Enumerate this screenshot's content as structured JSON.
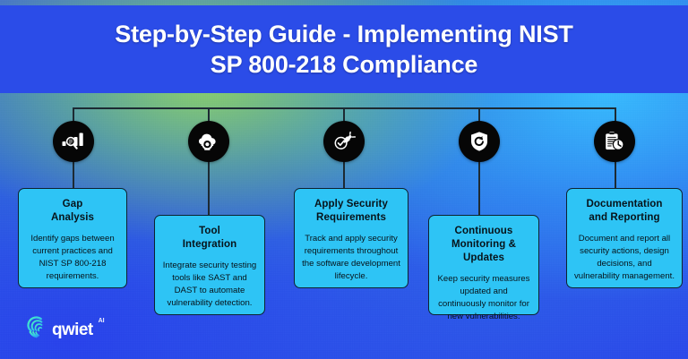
{
  "title": {
    "line1": "Step-by-Step Guide - Implementing NIST",
    "line2": "SP 800-218 Compliance"
  },
  "colors": {
    "banner": "#2b4ce8",
    "card_fill": "#2ec4f5",
    "card_border": "#0d2330",
    "icon_circle": "#060606",
    "connector": "#1d2a33",
    "title_text": "#ffffff",
    "card_text": "#07131a",
    "logo_mark_start": "#3ef0c8",
    "logo_mark_end": "#2aa8f0"
  },
  "steps": [
    {
      "id": "gap-analysis",
      "icon": "chart-magnifier-icon",
      "title": "Gap\nAnalysis",
      "title_lines": [
        "Gap",
        "Analysis"
      ],
      "description": "Identify gaps between current practices and NIST SP 800-218 requirements."
    },
    {
      "id": "tool-integration",
      "icon": "cloud-gear-icon",
      "title": "Tool\nIntegration",
      "title_lines": [
        "Tool",
        "Integration"
      ],
      "description": "Integrate security testing tools like SAST and DAST to automate vulnerability detection."
    },
    {
      "id": "apply-security-requirements",
      "icon": "plug-check-icon",
      "title": "Apply Security\nRequirements",
      "title_lines": [
        "Apply Security",
        "Requirements"
      ],
      "description": "Track and apply security requirements throughout the software development lifecycle."
    },
    {
      "id": "continuous-monitoring-updates",
      "icon": "shield-refresh-icon",
      "title": "Continuous\nMonitoring &\nUpdates",
      "title_lines": [
        "Continuous",
        "Monitoring &",
        "Updates"
      ],
      "description": "Keep security measures updated and continuously monitor for new vulnerabilities."
    },
    {
      "id": "documentation-and-reporting",
      "icon": "clipboard-clock-icon",
      "title": "Documentation\nand Reporting",
      "title_lines": [
        "Documentation",
        "and Reporting"
      ],
      "description": "Document and report all security actions, design decisions, and vulnerability management."
    }
  ],
  "logo": {
    "mark": "qwiet-spiral-logo",
    "wordmark": "qwiet",
    "superscript": "AI"
  }
}
